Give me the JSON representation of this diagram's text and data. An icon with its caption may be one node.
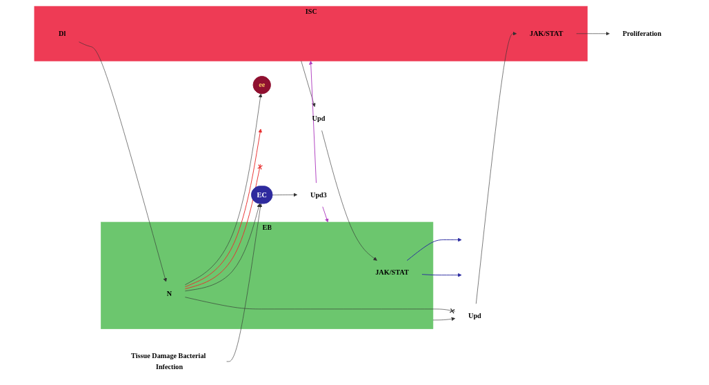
{
  "diagram": {
    "nodes": [
      {
        "text": [
          "ISC"
        ]
      },
      {
        "text": [
          "Dl"
        ],
        "in": 0
      },
      {
        "text": [
          "JAK/STAT"
        ],
        "in": 0
      },
      {
        "text": [
          "Upd"
        ]
      },
      {
        "text": [
          "EB"
        ]
      },
      {
        "text": [
          "JAK/STAT"
        ],
        "in": 4
      },
      {
        "text": [
          "N"
        ],
        "in": 4
      },
      {
        "text": [
          "Upd"
        ]
      },
      {
        "text": [
          "Upd3"
        ]
      },
      {
        "text": [
          "Tissue Damage Bacterial Infection"
        ]
      },
      {
        "text": [
          "EC"
        ]
      },
      {
        "text": [
          "ee"
        ]
      },
      {
        "text": [
          "Proliferation"
        ]
      }
    ],
    "edges": [
      {
        "from": 0,
        "to": 3,
        "arrow": "to"
      },
      {
        "from": 3,
        "to": 5,
        "arrow": "to"
      },
      {
        "from": 1,
        "to": 6,
        "arrow": "to"
      },
      {
        "from": 4,
        "to": 7,
        "arrow": "to"
      },
      {
        "from": 6,
        "to": 7,
        "arrow": "other"
      },
      {
        "from": 7,
        "to": 2,
        "arrow": "to"
      },
      {
        "from": 2,
        "to": 12,
        "arrow": "to"
      },
      {
        "from": 8,
        "to": 0,
        "arrow": "to",
        "color": "#b040c0"
      },
      {
        "from": 8,
        "to": 4,
        "arrow": "to",
        "color": "#b040c0"
      },
      {
        "from": 9,
        "to": 10,
        "arrow": "to"
      },
      {
        "from": 10,
        "to": 8,
        "arrow": "to"
      },
      {
        "from": 6,
        "to": 10,
        "arrow": "to"
      },
      {
        "from": 6,
        "to": 11,
        "arrow": "to"
      },
      {
        "from": 6,
        "to": null,
        "arrow": "to",
        "color": "#e83030"
      },
      {
        "from": 6,
        "to": null,
        "arrow": "other",
        "color": "#e83030"
      },
      {
        "from": 5,
        "to": null,
        "arrow": "to",
        "color": "#2a2aa0"
      },
      {
        "from": 5,
        "to": null,
        "arrow": "to",
        "color": "#2a2aa0"
      }
    ]
  }
}
